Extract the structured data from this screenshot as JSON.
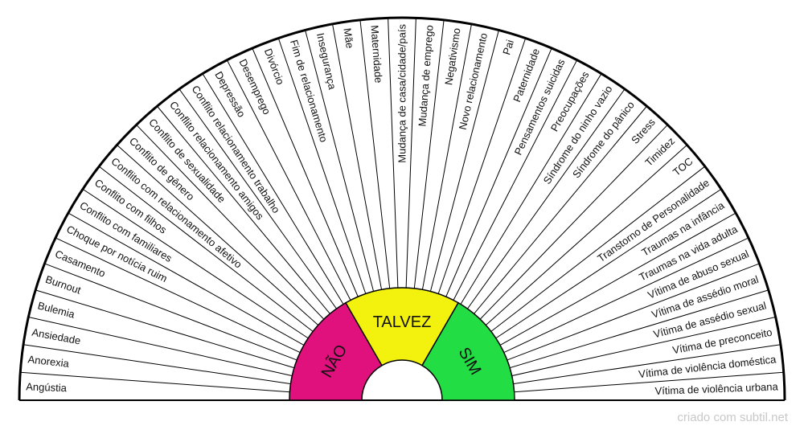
{
  "pendulum": {
    "items": [
      "Angústia",
      "Anorexia",
      "Ansiedade",
      "Bulemia",
      "Burnout",
      "Casamento",
      "Choque por notícia ruim",
      "Conflito com familiares",
      "Conflito com filhos",
      "Conflito com relacionamento afetivo",
      "Conflito de gênero",
      "Conflito de sexualidade",
      "Conflito relacionamento amigos",
      "Conflito relacionamento trabalho",
      "Depressão",
      "Desemprego",
      "Divórcio",
      "Fim de relacionamento",
      "Insegurança",
      "Mãe",
      "Maternidade",
      "Mudança de casa/cidade/país",
      "Mudança de emprego",
      "Negativismo",
      "Novo relacionamento",
      "Pai",
      "Paternidade",
      "Pensamentos suicidas",
      "Preocupações",
      "Síndrome do ninho vazio",
      "Síndrome do pânico",
      "Stress",
      "Timidez",
      "TOC",
      "Transtorno de Personalidade",
      "Traumas na infância",
      "Traumas na vida adulta",
      "Vítima de abuso sexual",
      "Vítima de assédio moral",
      "Vítima de assédio sexual",
      "Vítima de preconceito",
      "Vítima de violência doméstica",
      "Vítima de violência urbana"
    ],
    "center": [
      {
        "label": "NÃO",
        "color": "#e0117d"
      },
      {
        "label": "TALVEZ",
        "color": "#f2f20e"
      },
      {
        "label": "SIM",
        "color": "#22dd44"
      }
    ]
  },
  "footer": {
    "credit": "criado com subtil.net"
  }
}
